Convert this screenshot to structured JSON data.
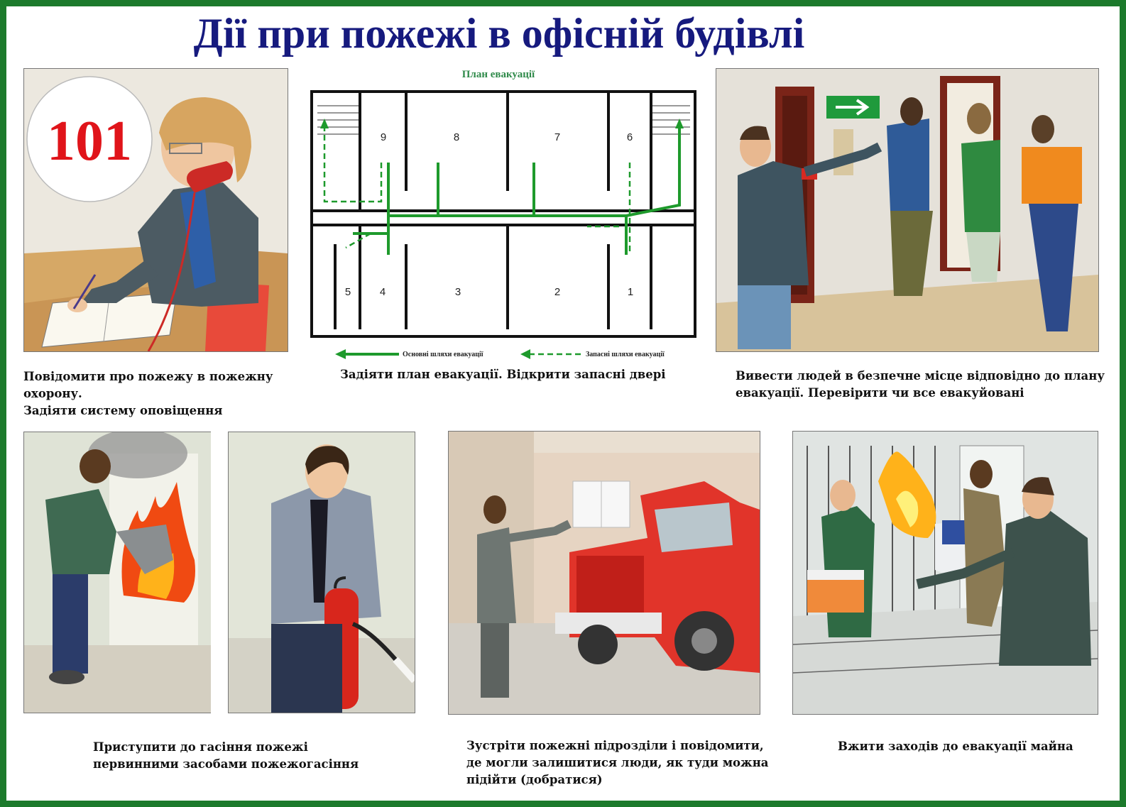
{
  "title": "Дії при пожежі в офісній будівлі",
  "colors": {
    "frame": "#1c7a2c",
    "title": "#161a7e",
    "route": "#1e9a2c",
    "badge_number": "#e0141a"
  },
  "panel1": {
    "badge_number": "101"
  },
  "plan": {
    "title": "План евакуації",
    "rooms": [
      "9",
      "8",
      "7",
      "6",
      "5",
      "4",
      "3",
      "2",
      "1"
    ],
    "legend_main": "Основні шляхи евакуації",
    "legend_spare": "Запасні шляхи евакуації"
  },
  "captions": {
    "c1_line1": "Повідомити про пожежу в пожежну охорону.",
    "c1_line2": "Задіяти систему оповіщення",
    "c2_line1": "Задіяти план евакуації. Відкрити запасні двері",
    "c3_line1": "Вивести людей в безпечне місце відповідно до плану",
    "c3_line2": "евакуації. Перевірити чи все евакуйовані",
    "c4_line1": "Приступити до гасіння пожежі",
    "c4_line2": "первинними засобами пожежогасіння",
    "c5_line1": "Зустріти пожежні підрозділи і повідомити,",
    "c5_line2": "де могли залишитися люди, як туди можна",
    "c5_line3": "підійти (добратися)",
    "c6_line1": "Вжити заходів до евакуації майна"
  }
}
